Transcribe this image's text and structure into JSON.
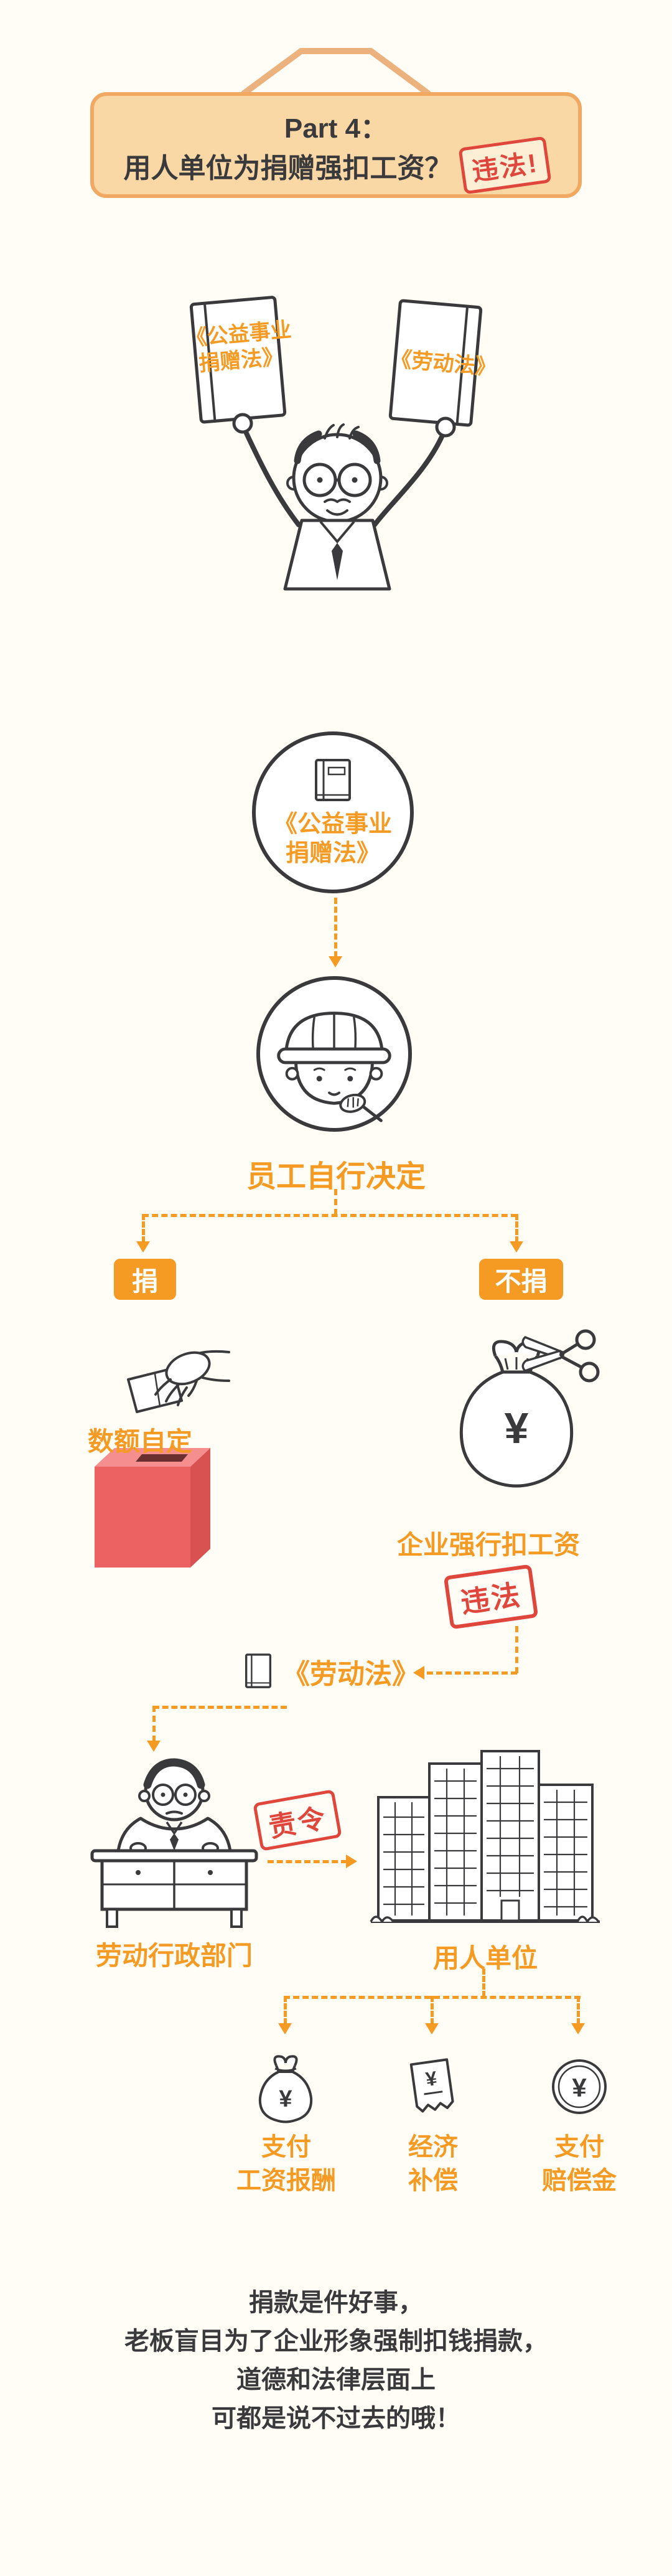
{
  "colors": {
    "accent": "#F59A23",
    "stamp_red": "#E0473C",
    "ink": "#3A3A3C",
    "banner_fill": "#FAD8A6",
    "banner_border": "#F0A863",
    "donation_box_red": "#EC6262",
    "donation_box_top": "#F58F8F",
    "background": "#FFFDF6"
  },
  "banner": {
    "part": "Part 4：",
    "question": "用人单位为捐赠强扣工资？",
    "stamp": "违法!"
  },
  "held_books": {
    "left_line1": "《公益事业",
    "left_line2": "捐赠法》",
    "right": "《劳动法》"
  },
  "donation_law_circle": {
    "line1": "《公益事业",
    "line2": "捐赠法》"
  },
  "employee": {
    "decides_label": "员工自行决定"
  },
  "choices": {
    "donate": "捐",
    "refuse": "不捐"
  },
  "donate_branch": {
    "caption": "数额自定"
  },
  "refuse_branch": {
    "caption": "企业强行扣工资",
    "stamp": "违法",
    "yen": "¥"
  },
  "labor_law": {
    "label": "《劳动法》"
  },
  "authority": {
    "label": "劳动行政部门",
    "stamp": "责令"
  },
  "employer": {
    "label": "用人单位"
  },
  "remedies": [
    {
      "line1": "支付",
      "line2": "工资报酬",
      "yen": "¥"
    },
    {
      "line1": "经济",
      "line2": "补偿",
      "yen": "¥"
    },
    {
      "line1": "支付",
      "line2": "赔偿金",
      "yen": "¥"
    }
  ],
  "footer": {
    "line1": "捐款是件好事，",
    "line2": "老板盲目为了企业形象强制扣钱捐款，",
    "line3": "道德和法律层面上",
    "line4": "可都是说不过去的哦！"
  }
}
